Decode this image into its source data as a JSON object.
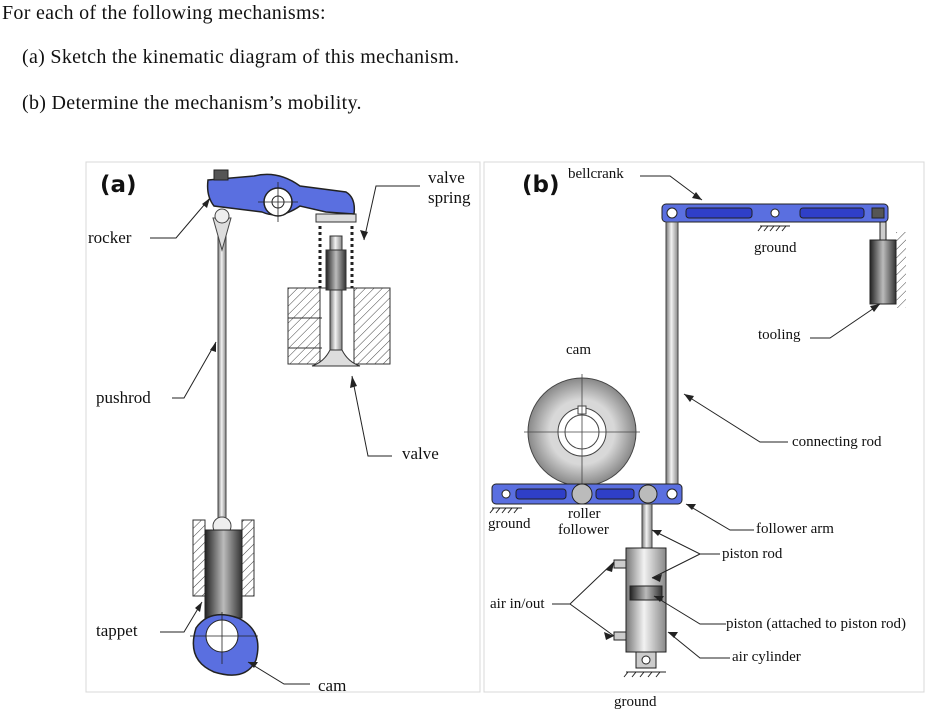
{
  "prompt": {
    "intro": "For each of the following mechanisms:",
    "item_a": "(a)  Sketch the kinematic diagram of this mechanism.",
    "item_b": "(b)  Determine the mechanism’s mobility."
  },
  "panel_a": {
    "tag": "(a)",
    "labels": {
      "rocker": "rocker",
      "valve_spring_1": "valve",
      "valve_spring_2": "spring",
      "pushrod": "pushrod",
      "valve": "valve",
      "tappet": "tappet",
      "cam": "cam"
    }
  },
  "panel_b": {
    "tag": "(b)",
    "labels": {
      "bellcrank": "bellcrank",
      "ground_top": "ground",
      "tooling": "tooling",
      "cam": "cam",
      "connecting_rod": "connecting rod",
      "ground_left": "ground",
      "roller_1": "roller",
      "roller_2": "follower",
      "follower_arm": "follower arm",
      "piston_rod": "piston rod",
      "air": "air in/out",
      "piston": "piston (attached to piston rod)",
      "air_cylinder": "air cylinder",
      "ground_bottom": "ground"
    }
  },
  "colors": {
    "link_blue": "#5a6fe0",
    "slot_blue": "#2f3fc8",
    "metal": "#c9c9c9",
    "hatch": "#444444"
  }
}
